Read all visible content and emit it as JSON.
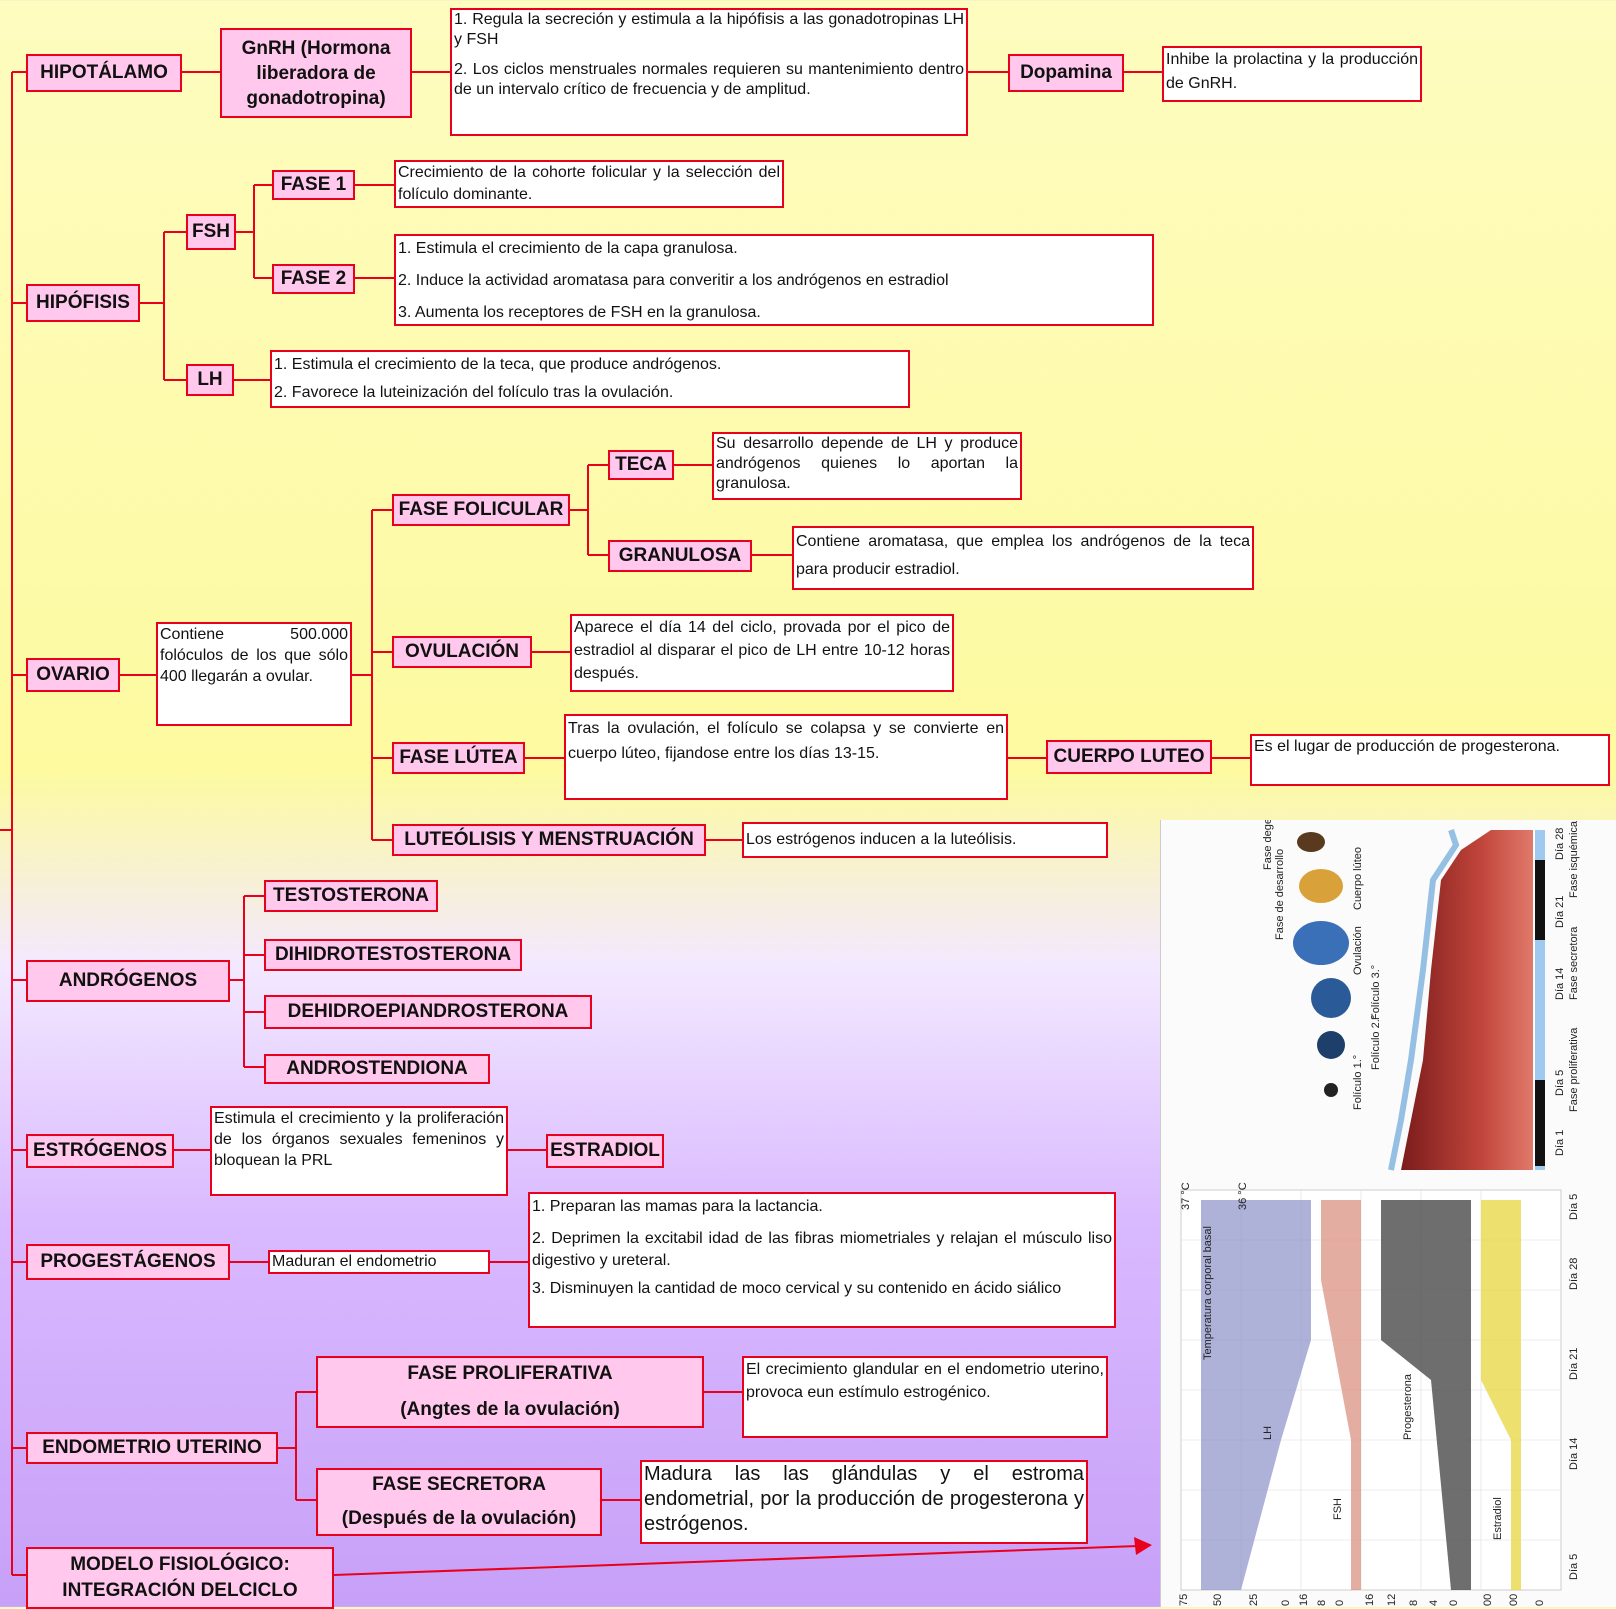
{
  "hipotalamo": {
    "title": "HIPOTÁLAMO",
    "gnrh": [
      "GnRH (Hormona",
      "liberadora de",
      "gonadotropina)"
    ],
    "gnrh_text_1": "1. Regula la secreción y estimula a la hipófisis a las gonadotropinas LH y FSH",
    "gnrh_text_2": "2. Los ciclos menstruales normales requieren su mantenimiento dentro de un intervalo crítico de frecuencia y de amplitud.",
    "dopamina": "Dopamina",
    "dopamina_text": "Inhibe la prolactina y la producción de GnRH."
  },
  "hipofisis": {
    "title": "HIPÓFISIS",
    "fsh": "FSH",
    "fase1": "FASE 1",
    "fase1_text": "Crecimiento de la cohorte folicular y la selección del folículo dominante.",
    "fase2": "FASE 2",
    "fase2_items": [
      "1. Estimula el crecimiento de la capa granulosa.",
      "2. Induce la actividad aromatasa para converitir a los andrógenos en estradiol",
      "3. Aumenta los receptores de FSH en la granulosa."
    ],
    "lh": "LH",
    "lh_items": [
      "1. Estimula el crecimiento de la teca, que produce andrógenos.",
      "2. Favorece la luteinización del folículo tras la ovulación."
    ]
  },
  "ovario": {
    "title": "OVARIO",
    "desc": "Contiene 500.000 folóculos de los que sólo 400 llegarán a ovular.",
    "fase_folicular": "FASE FOLICULAR",
    "teca": "TECA",
    "teca_text": "Su desarrollo depende de LH y produce andrógenos quienes lo aportan la granulosa.",
    "granulosa": "GRANULOSA",
    "granulosa_text": "Contiene aromatasa, que emplea los andrógenos de la teca para producir estradiol.",
    "ovulacion": "OVULACIÓN",
    "ovulacion_text": "Aparece el día 14 del ciclo, provada por el pico de estradiol al disparar el pico de LH entre 10-12 horas después.",
    "fase_lutea": "FASE LÚTEA",
    "fase_lutea_text": "Tras la ovulación, el folículo se colapsa y se convierte en cuerpo lúteo, fijandose entre los días 13-15.",
    "cuerpo_luteo": "CUERPO LUTEO",
    "cuerpo_luteo_text": "Es el lugar de producción de progesterona.",
    "luteolisis": "LUTEÓLISIS Y MENSTRUACIÓN",
    "luteolisis_text": "Los estrógenos inducen a la luteólisis."
  },
  "androgenos": {
    "title": "ANDRÓGENOS",
    "items": [
      "TESTOSTERONA",
      "DIHIDROTESTOSTERONA",
      "DEHIDROEPIANDROSTERONA",
      "ANDROSTENDIONA"
    ]
  },
  "estrogenos": {
    "title": "ESTRÓGENOS",
    "text": "Estimula el crecimiento y la proliferación de los órganos sexuales femeninos y bloquean la PRL",
    "estradiol": "ESTRADIOL"
  },
  "progestagenos": {
    "title": "PROGESTÁGENOS",
    "text": "Maduran el endometrio",
    "items": [
      "1. Preparan las mamas para la lactancia.",
      "2. Deprimen la excitabil idad de las fibras miometriales y relajan el músculo liso digestivo y ureteral.",
      "3. Disminuyen la cantidad de moco cervical y su contenido en ácido siálico"
    ]
  },
  "endometrio": {
    "title": "ENDOMETRIO UTERINO",
    "proliferativa": [
      "FASE PROLIFERATIVA",
      "(Angtes de la ovulación)"
    ],
    "proliferativa_text": "El crecimiento glandular en el endometrio uterino, provoca eun estímulo estrogénico.",
    "secretora": [
      "FASE SECRETORA",
      "(Después de la ovulación)"
    ],
    "secretora_text": "Madura las las glándulas y el estroma endometrial, por la producción de progesterona y estrógenos."
  },
  "modelo": [
    "MODELO FISIOLÓGICO:",
    "INTEGRACIÓN DELCICLO"
  ],
  "figure": {
    "days_top": [
      "Día 1",
      "Día 5",
      "Día 14",
      "Día 21",
      "Día 28"
    ],
    "phases": [
      "Fase proliferativa",
      "Fase secretora",
      "Fase isquémica"
    ],
    "ovary_labels": [
      "Folículo 1.°",
      "Folículo 2.°",
      "Folículo 3.°",
      "Ovulación",
      "Fase de desarrollo",
      "Cuerpo lúteo",
      "Fase degenerativa"
    ],
    "temp_label": "Temperatura corporal basal",
    "temp_units": [
      "37 °C",
      "36 °C"
    ],
    "hormone_labels": [
      "LH",
      "FSH",
      "Progesterona",
      "Estradiol"
    ],
    "days_bottom": [
      "Día 5",
      "Día 14",
      "Día 21",
      "Día 28",
      "Día 5"
    ],
    "axis_ticks": [
      "75",
      "50",
      "25",
      "0",
      "16",
      "8",
      "0",
      "16",
      "12",
      "8",
      "4",
      "0",
      "00",
      "00",
      "0"
    ]
  }
}
